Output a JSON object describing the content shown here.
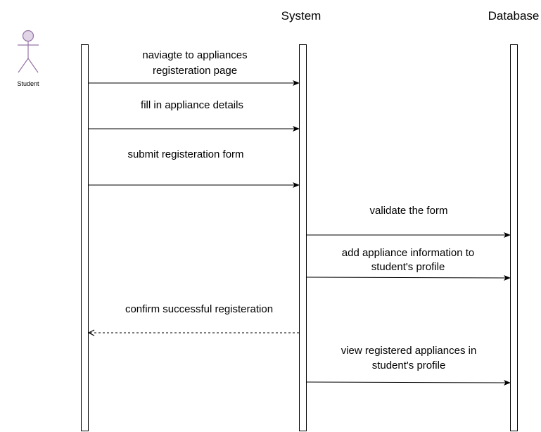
{
  "participants": {
    "student": "Student",
    "system": "System",
    "database": "Database"
  },
  "messages": [
    {
      "lines": [
        "naviagte to appliances",
        "registeration page"
      ],
      "from": "student",
      "to": "system",
      "style": "solid"
    },
    {
      "lines": [
        "fill in appliance details"
      ],
      "from": "student",
      "to": "system",
      "style": "solid"
    },
    {
      "lines": [
        "submit registeration form"
      ],
      "from": "student",
      "to": "system",
      "style": "solid"
    },
    {
      "lines": [
        "validate the form"
      ],
      "from": "system",
      "to": "database",
      "style": "solid"
    },
    {
      "lines": [
        "add appliance information to",
        "student's profile"
      ],
      "from": "system",
      "to": "database",
      "style": "solid"
    },
    {
      "lines": [
        "confirm successful registeration"
      ],
      "from": "system",
      "to": "student",
      "style": "dashed"
    },
    {
      "lines": [
        "view registered appliances in",
        "student's profile"
      ],
      "from": "system",
      "to": "database",
      "style": "solid"
    }
  ],
  "colors": {
    "actor_fill": "#e1d5e7",
    "actor_stroke": "#9673a6",
    "line": "#000000"
  }
}
